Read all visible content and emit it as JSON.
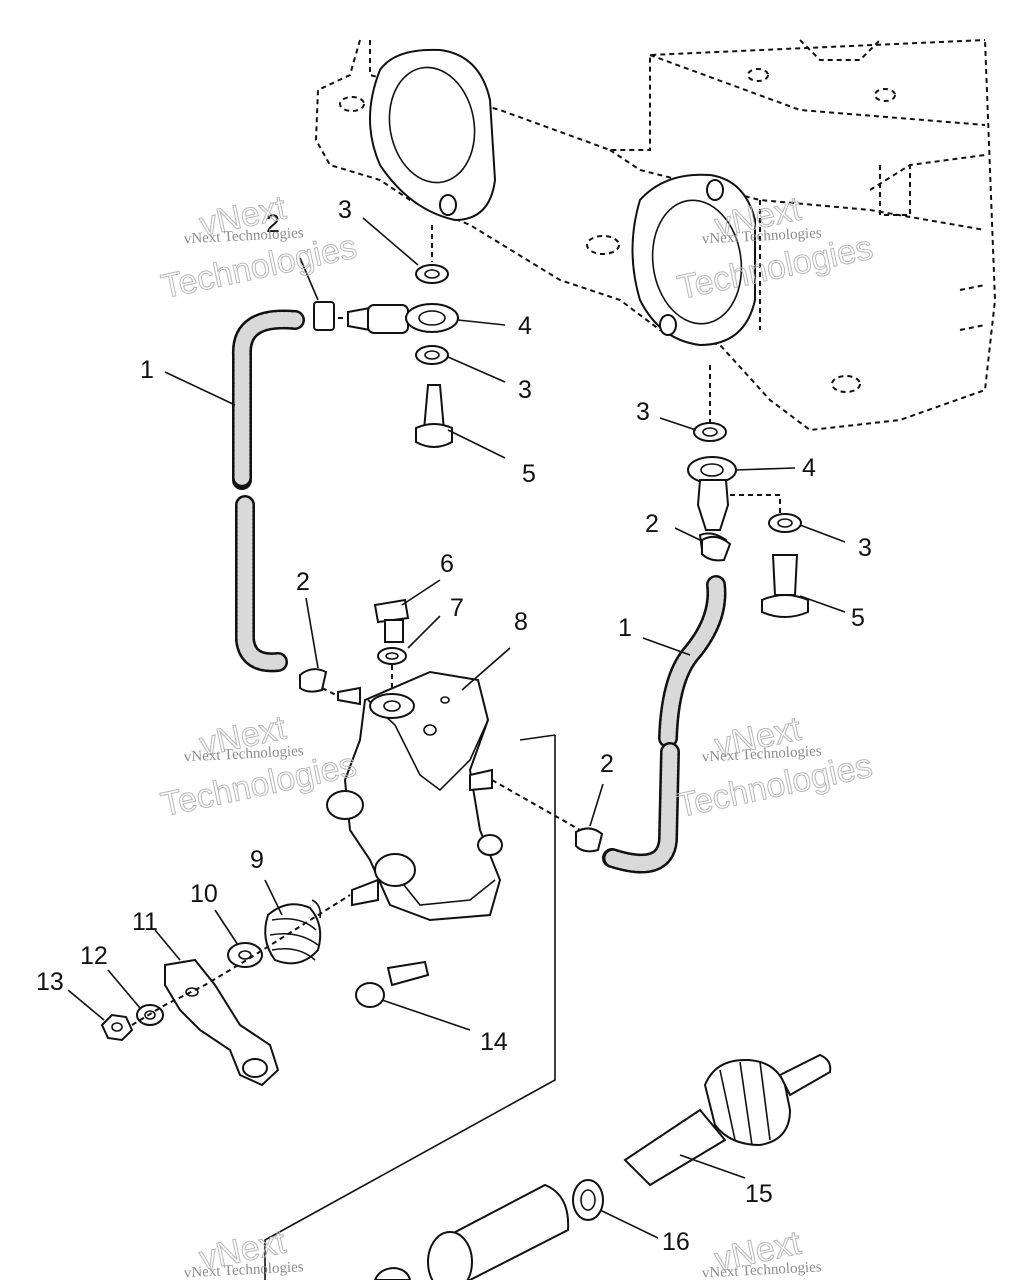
{
  "callouts": {
    "c1a": "1",
    "c1b": "1",
    "c2a": "2",
    "c2b": "2",
    "c2c": "2",
    "c2d": "2",
    "c3a": "3",
    "c3b": "3",
    "c3c": "3",
    "c3d": "3",
    "c4a": "4",
    "c4b": "4",
    "c5a": "5",
    "c5b": "5",
    "c6": "6",
    "c7": "7",
    "c8": "8",
    "c9": "9",
    "c10": "10",
    "c11": "11",
    "c12": "12",
    "c13": "13",
    "c14": "14",
    "c15": "15",
    "c16": "16"
  },
  "watermark": {
    "small": "vNext Technologies",
    "big_1": "vNext",
    "big_2": "Technologies"
  }
}
